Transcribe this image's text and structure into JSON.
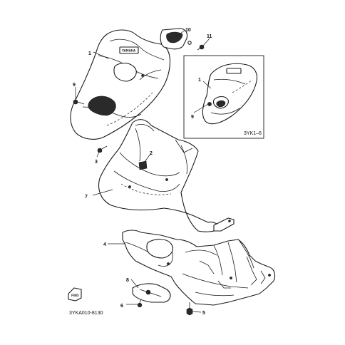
{
  "callouts": {
    "c1_main": "1",
    "c1_inset": "1",
    "c2": "2",
    "c3": "3",
    "c4": "4",
    "c5": "5",
    "c6": "6",
    "c7": "7",
    "c8": "8",
    "c9_main": "9",
    "c9_inset": "9",
    "c10": "10",
    "c11": "11"
  },
  "inset": {
    "label": "3YK1–6"
  },
  "diagram_code": "3YKA010-8130",
  "fwd_label": "FWD",
  "brand_badge": "YAMAHA",
  "colors": {
    "line": "#1a1a1a",
    "background": "#ffffff"
  }
}
